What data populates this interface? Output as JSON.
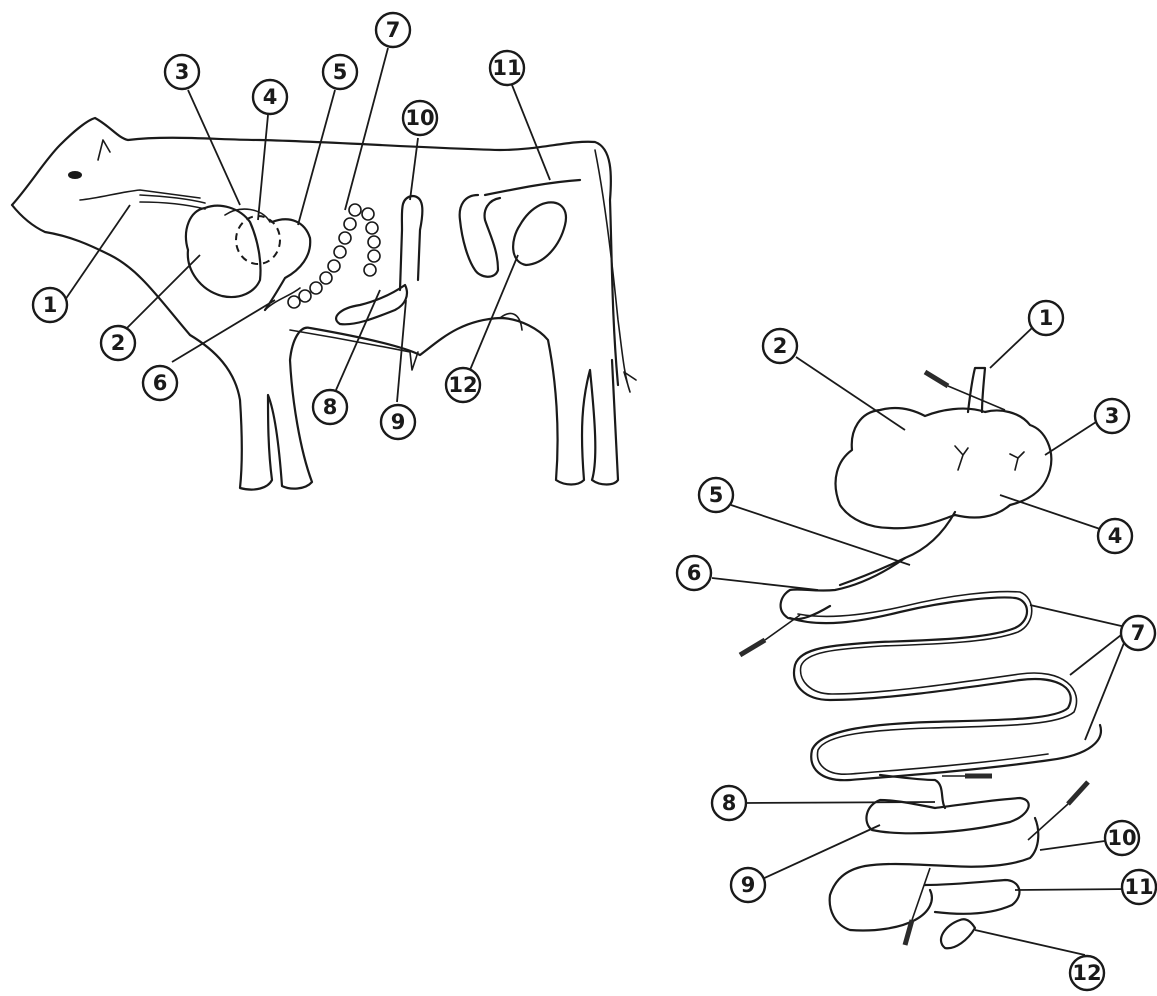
{
  "cow_diagram": {
    "labels": [
      "1",
      "2",
      "3",
      "4",
      "5",
      "6",
      "7",
      "8",
      "9",
      "10",
      "11",
      "12"
    ]
  },
  "tract_diagram": {
    "labels": [
      "1",
      "2",
      "3",
      "4",
      "5",
      "6",
      "7",
      "8",
      "9",
      "10",
      "11",
      "12"
    ]
  },
  "colors": {
    "ink": "#1a1a1a",
    "paper": "#ffffff"
  }
}
